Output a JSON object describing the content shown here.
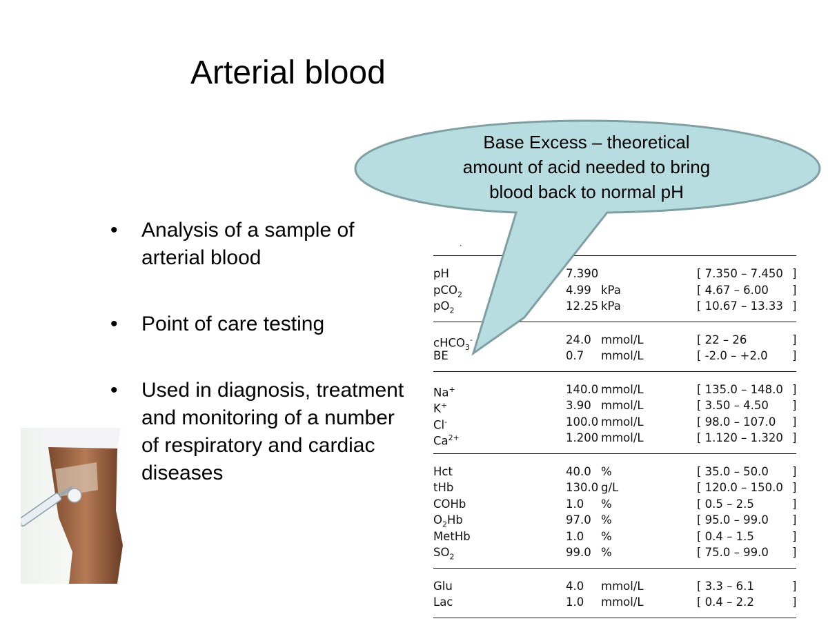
{
  "slide": {
    "title": "Arterial blood",
    "bullets": [
      "Analysis of a sample of arterial blood",
      "Point of care testing",
      "Used in diagnosis, treatment and monitoring of a number of respiratory and cardiac diseases"
    ],
    "callout": {
      "lines": [
        "Base Excess – theoretical",
        "amount of acid needed to bring",
        "blood back to normal pH"
      ],
      "fill": "#b7dde0",
      "stroke": "#7f9fa3"
    }
  },
  "results": {
    "groups": [
      {
        "rows": [
          {
            "param": "pH",
            "value": "7.390",
            "unit": "",
            "range": "[  7.350 – 7.450",
            "close": "]"
          },
          {
            "param": "pCO",
            "sub": "2",
            "value": "4.99",
            "unit": "kPa",
            "range": "[  4.67 – 6.00",
            "close": "]"
          },
          {
            "param": "pO",
            "sub": "2",
            "value": "12.25",
            "unit": "kPa",
            "range": "[  10.67 – 13.33",
            "close": "]"
          }
        ]
      },
      {
        "rows": [
          {
            "param": "cHCO",
            "sub": "3",
            "sup": "-",
            "value": "24.0",
            "unit": "mmol/L",
            "range": "[  22 – 26",
            "close": "]"
          },
          {
            "param": "BE",
            "value": "0.7",
            "unit": "mmol/L",
            "range": "[  -2.0 – +2.0",
            "close": "]"
          }
        ]
      },
      {
        "rows": [
          {
            "param": "Na",
            "sup": "+",
            "value": "140.0",
            "unit": "mmol/L",
            "range": "[  135.0 – 148.0",
            "close": "]"
          },
          {
            "param": "K",
            "sup": "+",
            "value": "3.90",
            "unit": "mmol/L",
            "range": "[  3.50 – 4.50",
            "close": "]"
          },
          {
            "param": "Cl",
            "sup": "-",
            "value": "100.0",
            "unit": "mmol/L",
            "range": "[  98.0 – 107.0",
            "close": "]"
          },
          {
            "param": "Ca",
            "sup": "2+",
            "value": "1.200",
            "unit": "mmol/L",
            "range": "[  1.120 – 1.320",
            "close": "]"
          }
        ]
      },
      {
        "rows": [
          {
            "param": "Hct",
            "value": "40.0",
            "unit": "%",
            "range": "[  35.0 – 50.0",
            "close": "]"
          },
          {
            "param": "tHb",
            "value": "130.0",
            "unit": "g/L",
            "range": "[ 120.0 – 150.0",
            "close": "]"
          },
          {
            "param": "COHb",
            "value": "1.0",
            "unit": "%",
            "range": "[  0.5 – 2.5",
            "close": "]"
          },
          {
            "param": "O",
            "sub": "2",
            "suffix": "Hb",
            "value": "97.0",
            "unit": "%",
            "range": "[  95.0 – 99.0",
            "close": "]"
          },
          {
            "param": "MetHb",
            "value": "1.0",
            "unit": "%",
            "range": "[  0.4 – 1.5",
            "close": "]"
          },
          {
            "param": "SO",
            "sub": "2",
            "value": "99.0",
            "unit": "%",
            "range": "[  75.0 – 99.0",
            "close": "]"
          }
        ]
      },
      {
        "rows": [
          {
            "param": "Glu",
            "value": "4.0",
            "unit": "mmol/L",
            "range": "[  3.3 – 6.1",
            "close": "]"
          },
          {
            "param": "Lac",
            "value": "1.0",
            "unit": "mmol/L",
            "range": "[  0.4 – 2.2",
            "close": "]"
          }
        ]
      }
    ]
  }
}
